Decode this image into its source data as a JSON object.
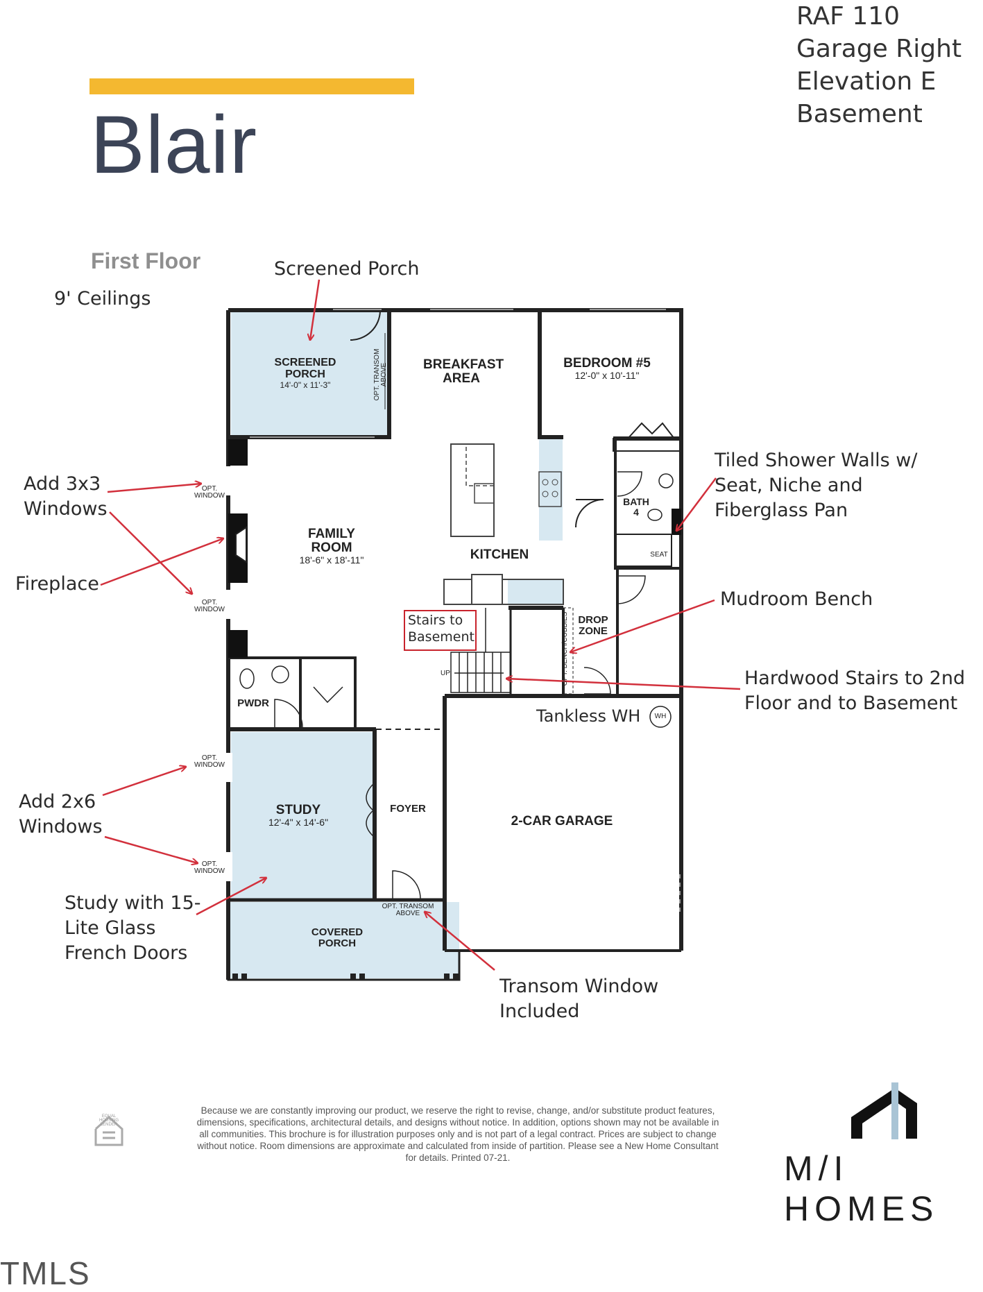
{
  "header": {
    "info_lines": [
      "RAF 110",
      "Garage Right",
      "Elevation E",
      "Basement"
    ],
    "plan_name": "Blair",
    "floor_label": "First Floor",
    "ceilings": "9' Ceilings",
    "accent_color": "#f4b830",
    "title_color": "#3c4457"
  },
  "rooms": {
    "screened_porch": {
      "name": "SCREENED PORCH",
      "dims": "14'-0\" x 11'-3\""
    },
    "breakfast": {
      "name": "BREAKFAST AREA"
    },
    "bedroom5": {
      "name": "BEDROOM #5",
      "dims": "12'-0\" x 10'-11\""
    },
    "bath4": {
      "name": "BATH 4"
    },
    "family": {
      "name": "FAMILY ROOM",
      "dims": "18'-6\" x 18'-11\""
    },
    "kitchen": {
      "name": "KITCHEN"
    },
    "drop_zone": {
      "name": "DROP ZONE"
    },
    "pwdr": {
      "name": "PWDR"
    },
    "study": {
      "name": "STUDY",
      "dims": "12'-4\" x 14'-6\""
    },
    "foyer": {
      "name": "FOYER"
    },
    "garage": {
      "name": "2-CAR GARAGE"
    },
    "covered_porch": {
      "name": "COVERED PORCH"
    }
  },
  "plan_labels": {
    "opt_window": "OPT. WINDOW",
    "opt_transom_above": "OPT. TRANSOM ABOVE",
    "opt_bench": "OPT. BENCH/CUBBIES",
    "seat": "SEAT",
    "up": "UP",
    "wh": "WH",
    "tankless": "Tankless WH",
    "stairs_basement": "Stairs to Basement"
  },
  "annotations": {
    "screened_porch": "Screened Porch",
    "windows_3x3": "Add 3x3 Windows",
    "fireplace": "Fireplace",
    "tiled_shower": "Tiled Shower Walls w/ Seat, Niche and Fiberglass Pan",
    "mudroom": "Mudroom Bench",
    "hardwood_stairs": "Hardwood Stairs to 2nd Floor and to Basement",
    "windows_2x6": "Add 2x6 Windows",
    "study_doors": "Study with 15-Lite Glass French Doors",
    "transom": "Transom Window Included",
    "arrow_color": "#d2303c"
  },
  "footer": {
    "disclaimer": "Because we are constantly improving our product, we reserve the right to revise, change, and/or substitute product features, dimensions, specifications, architectural details, and designs without notice. In addition, options shown may not be available in all communities. This brochure is for illustration purposes only and is not part of a legal contract. Prices are subject to change without notice. Room dimensions are approximate and calculated from inside of partition. Please see a New Home Consultant for details. Printed 07-21.",
    "brand": "M/I HOMES",
    "equal_housing": "EQUAL HOUSING LENDER",
    "watermark": "TMLS"
  }
}
